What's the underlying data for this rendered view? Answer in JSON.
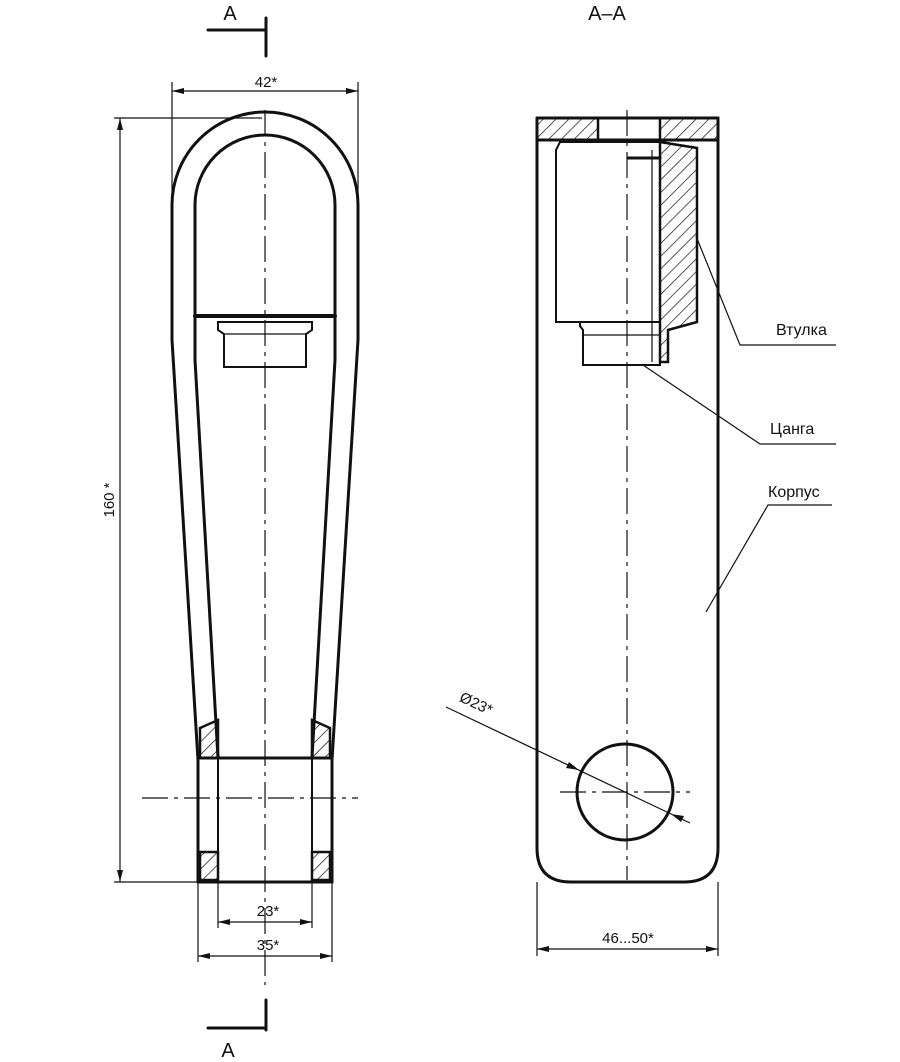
{
  "section_marks": {
    "top": "A",
    "bottom": "A",
    "title": "A–A"
  },
  "dimensions": {
    "top_width": "42*",
    "height": "160 *",
    "inner_width": "23*",
    "outer_width": "35*",
    "hole_diameter": "Ø23*",
    "body_width": "46...50*"
  },
  "labels": {
    "bushing": "Втулка",
    "collet": "Цанга",
    "body": "Корпус"
  }
}
